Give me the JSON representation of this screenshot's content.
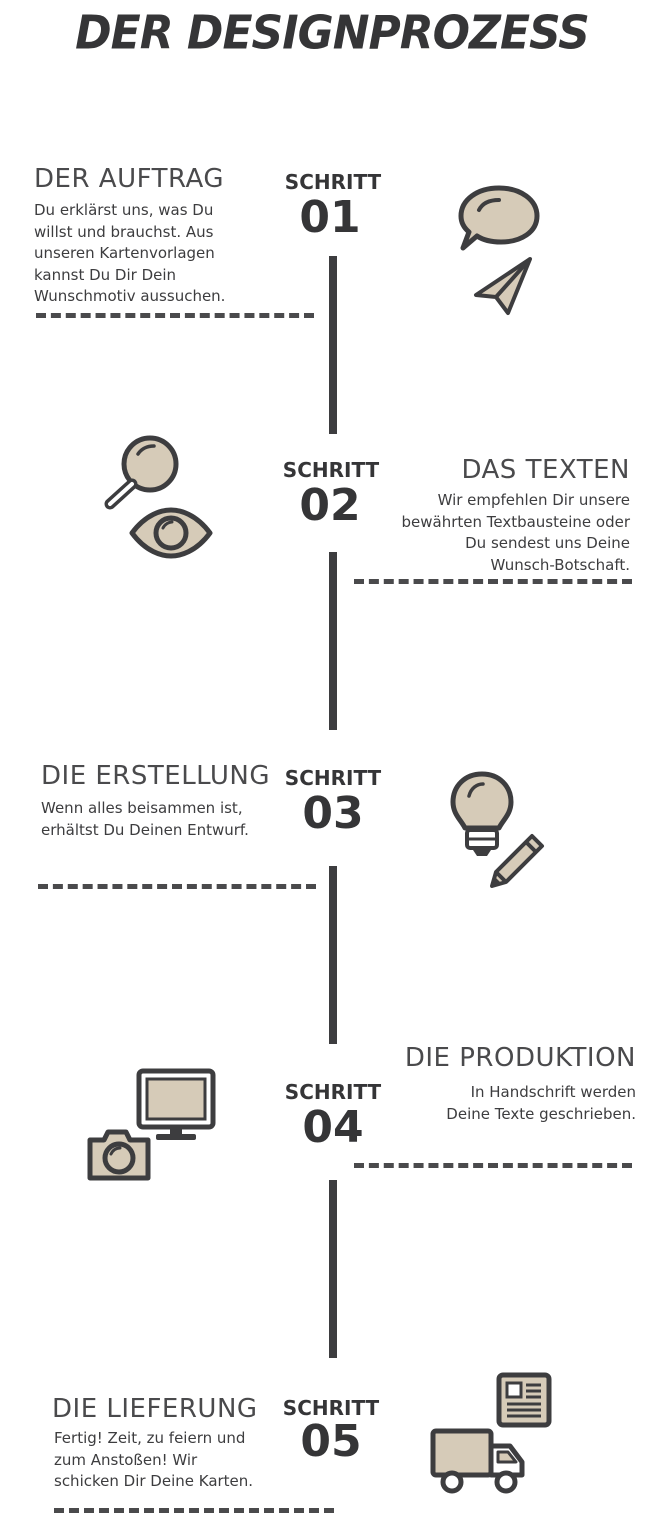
{
  "title": "DER DESIGNPROZESS",
  "steps": [
    {
      "label": "SCHRITT",
      "number": "01",
      "heading": "DER AUFTRAG",
      "text": "Du erklärst uns, was Du willst und brauchst. Aus unseren Kartenvorlagen kannst Du Dir Dein Wunschmotiv aussuchen.",
      "icons": [
        "speech-bubble-icon",
        "paper-plane-icon"
      ]
    },
    {
      "label": "SCHRITT",
      "number": "02",
      "heading": "DAS TEXTEN",
      "text": "Wir empfehlen Dir unsere bewährten Textbausteine oder Du sendest uns Deine Wunsch-Botschaft.",
      "icons": [
        "magnifier-icon",
        "eye-icon"
      ]
    },
    {
      "label": "SCHRITT",
      "number": "03",
      "heading": "DIE ERSTELLUNG",
      "text": "Wenn alles beisammen ist, erhältst Du Deinen Entwurf.",
      "icons": [
        "lightbulb-icon",
        "pencil-icon"
      ]
    },
    {
      "label": "SCHRITT",
      "number": "04",
      "heading": "DIE PRODUKTION",
      "text": "In Handschrift werden Deine Texte geschrieben.",
      "icons": [
        "monitor-icon",
        "camera-icon"
      ]
    },
    {
      "label": "SCHRITT",
      "number": "05",
      "heading": "DIE LIEFERUNG",
      "text": "Fertig! Zeit, zu feiern und zum Anstoßen! Wir schicken Dir Deine Karten.",
      "icons": [
        "newspaper-icon",
        "truck-icon"
      ]
    }
  ],
  "colors": {
    "dark": "#3d3d3f",
    "accent": "#d6cbb8",
    "background": "#ffffff"
  }
}
